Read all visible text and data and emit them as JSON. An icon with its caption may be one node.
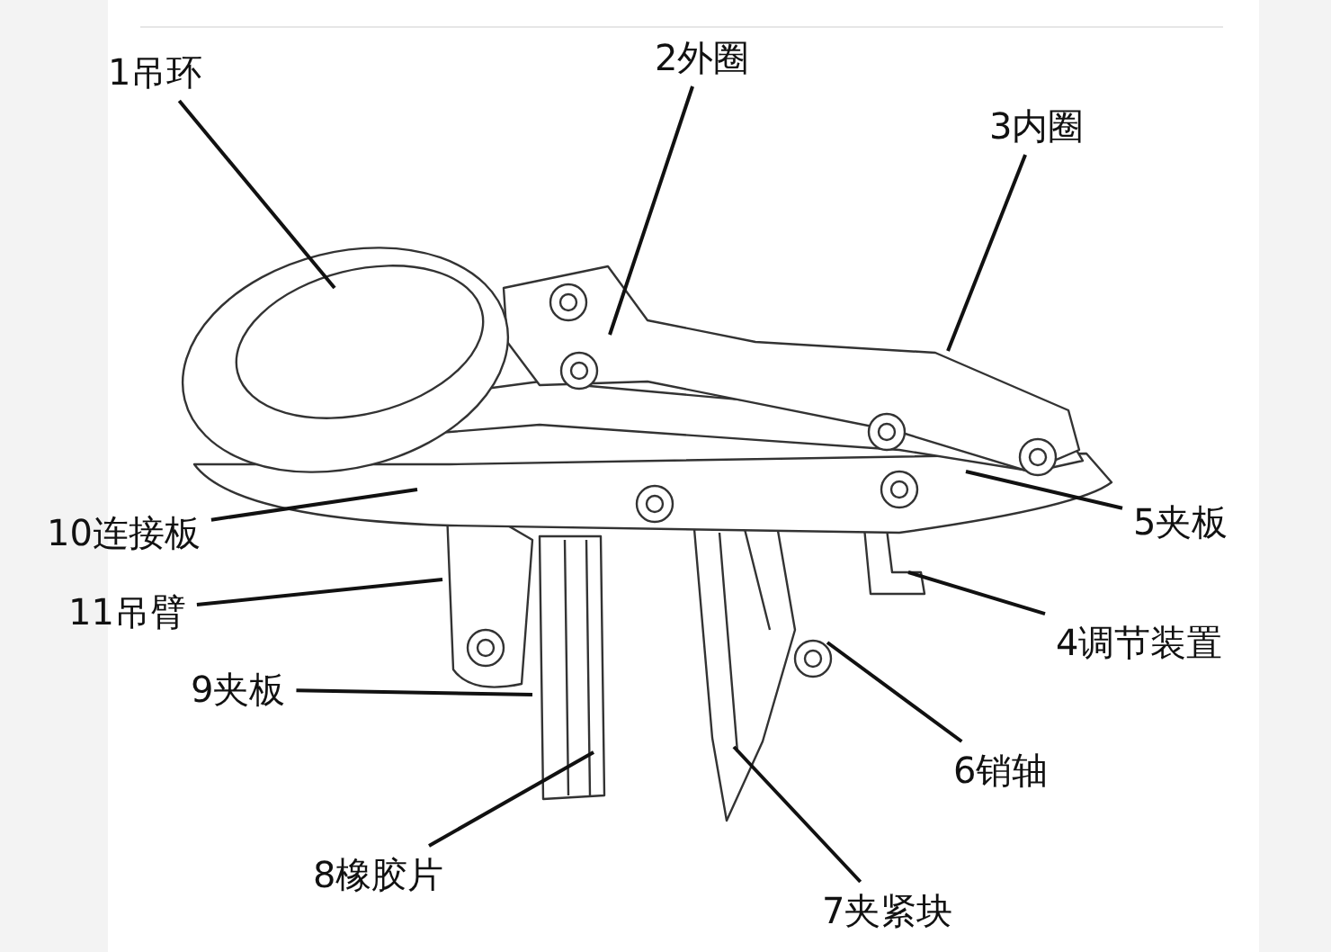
{
  "diagram": {
    "nodes": [
      {
        "text": [
          "1吊环"
        ]
      },
      {
        "text": [
          "2外圈"
        ]
      },
      {
        "text": [
          "3内圈"
        ]
      },
      {
        "text": [
          "5夹板"
        ]
      },
      {
        "text": [
          "4调节装置"
        ]
      },
      {
        "text": [
          "6销轴"
        ]
      },
      {
        "text": [
          "7夹紧块"
        ]
      },
      {
        "text": [
          "8橡胶片"
        ]
      },
      {
        "text": [
          "9夹板"
        ]
      },
      {
        "text": [
          "10连接板"
        ]
      },
      {
        "text": [
          "11吊臂"
        ]
      }
    ],
    "edges": [
      {
        "from": 0,
        "to": null,
        "arrow": "none"
      },
      {
        "from": 1,
        "to": null,
        "arrow": "none"
      },
      {
        "from": 2,
        "to": null,
        "arrow": "none"
      },
      {
        "from": 3,
        "to": null,
        "arrow": "none"
      },
      {
        "from": 4,
        "to": null,
        "arrow": "none"
      },
      {
        "from": 5,
        "to": null,
        "arrow": "none"
      },
      {
        "from": 6,
        "to": null,
        "arrow": "none"
      },
      {
        "from": 7,
        "to": null,
        "arrow": "none"
      },
      {
        "from": 8,
        "to": null,
        "arrow": "none"
      },
      {
        "from": 9,
        "to": null,
        "arrow": "none"
      },
      {
        "from": 10,
        "to": null,
        "arrow": "none"
      }
    ]
  }
}
